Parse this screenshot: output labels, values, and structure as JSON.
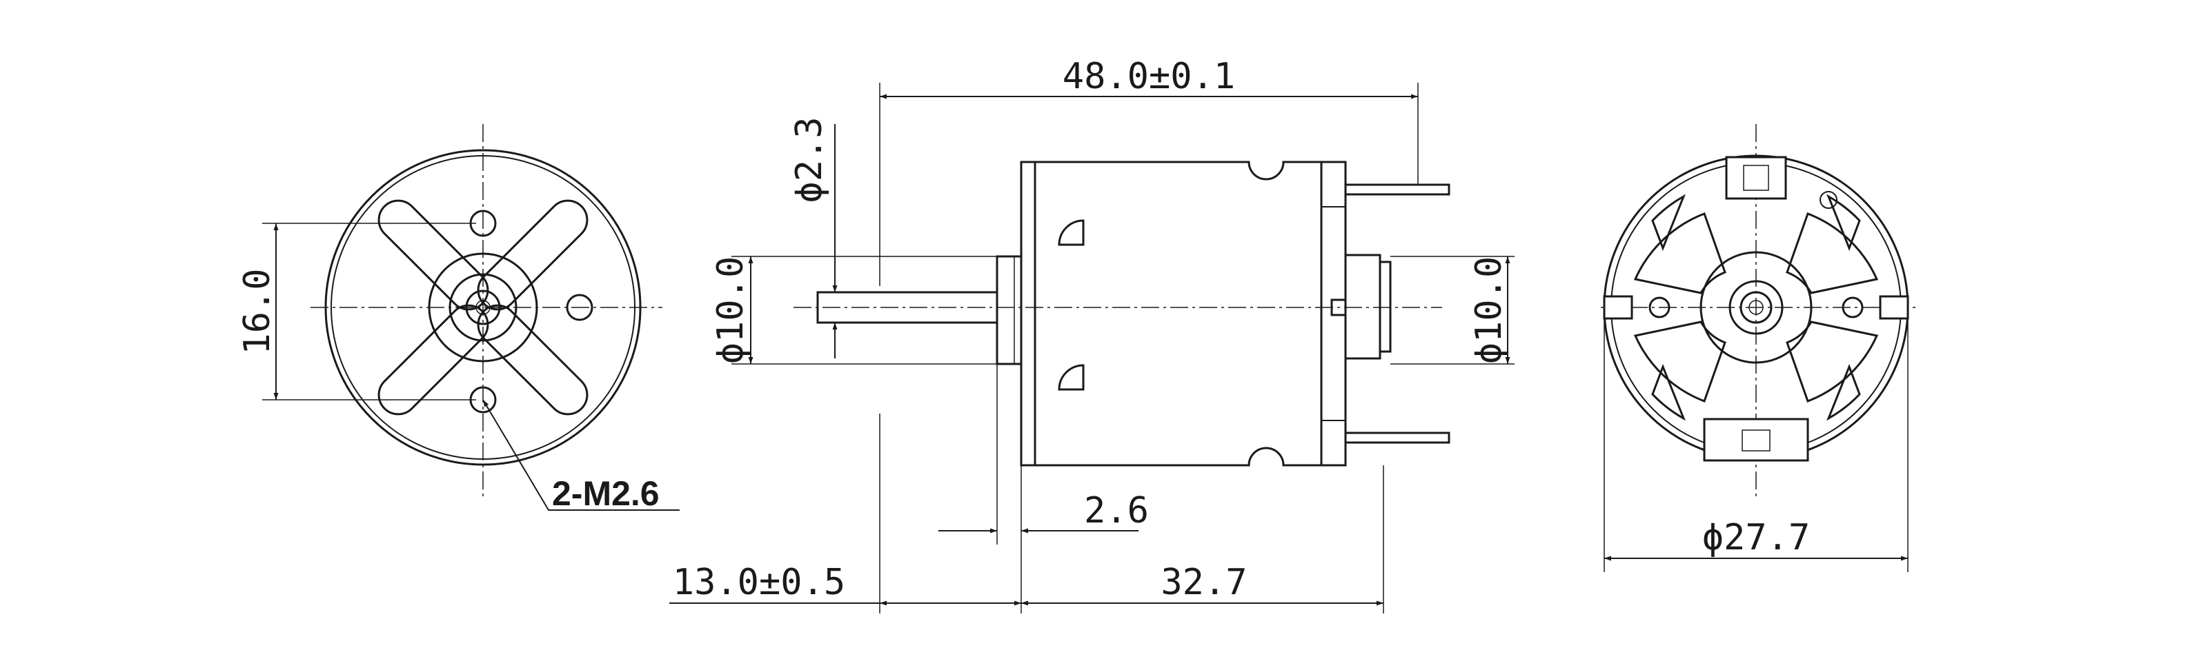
{
  "dimensions": {
    "front_height": "16.0",
    "mount_holes": "2-M2.6",
    "shaft_dia": "ϕ2.3",
    "boss_dia_left": "ϕ10.0",
    "total_length": "48.0±0.1",
    "flange_thickness": "2.6",
    "shaft_length": "13.0±0.5",
    "body_length": "32.7",
    "boss_dia_right": "ϕ10.0",
    "body_dia": "ϕ27.7"
  },
  "colors": {
    "line": "#1a1a1a",
    "background": "#ffffff"
  }
}
